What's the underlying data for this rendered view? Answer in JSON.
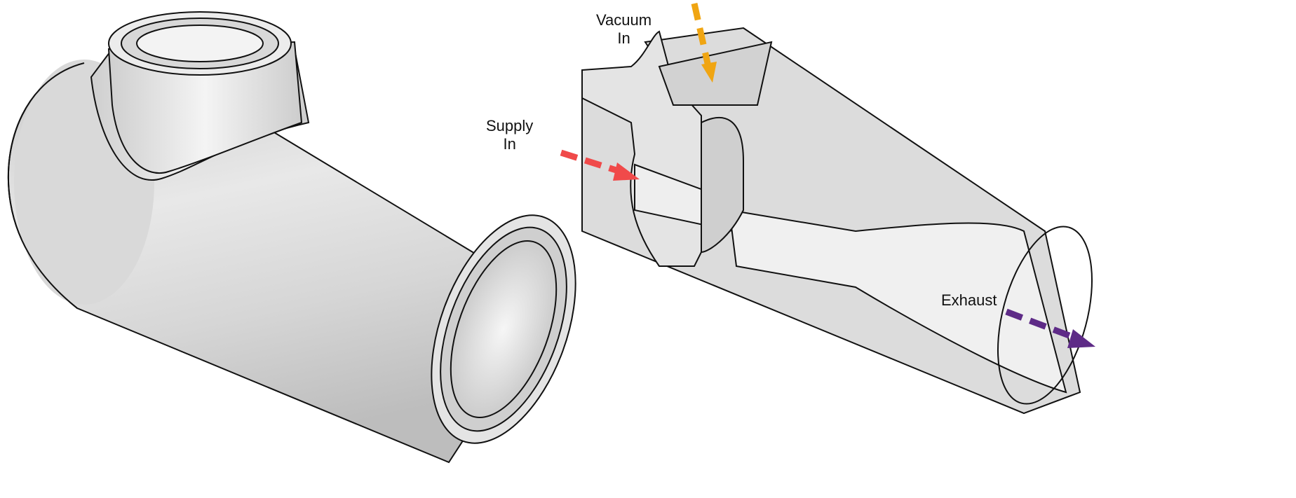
{
  "labels": {
    "vacuum": [
      "Vacuum",
      "In"
    ],
    "supply": [
      "Supply",
      "In"
    ],
    "exhaust": "Exhaust"
  },
  "colors": {
    "vacuum_arrow": "#f0a512",
    "supply_arrow": "#f04a4a",
    "exhaust_arrow": "#5e2b87",
    "body": "#dcdcdc",
    "outline": "#111111"
  }
}
